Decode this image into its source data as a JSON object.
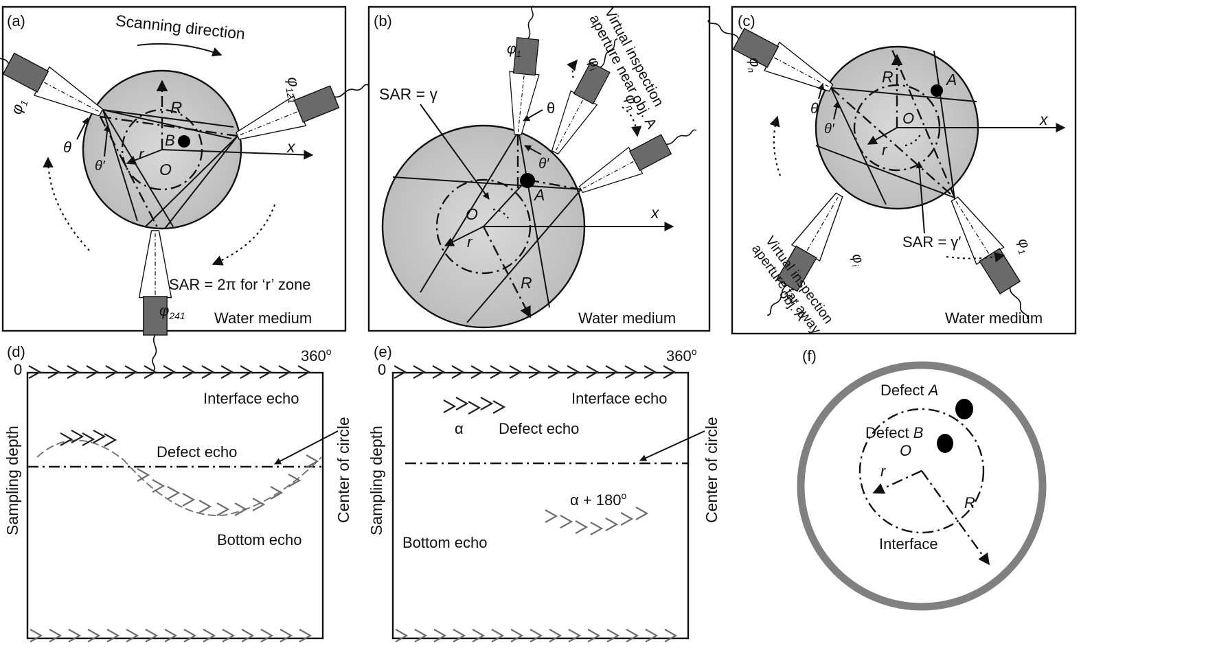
{
  "colors": {
    "medium_fill": "#c9c9c9",
    "probe_fill": "#6a6a6a",
    "echo_gray": "#777777",
    "interface_ring": "#808080"
  },
  "panel_a": {
    "label": "(a)",
    "scan": "Scanning direction",
    "phi_1": "φ",
    "sub_1": "1",
    "phi_121": "φ",
    "sub_121": "121",
    "phi_241": "φ",
    "sub_241": "241",
    "theta": "θ",
    "theta_p": "θ′",
    "R": "R",
    "B": "B",
    "r": "r",
    "O": "O",
    "x": "x",
    "sar": "SAR = 2π for ‘r’ zone",
    "medium": "Water medium"
  },
  "panel_b": {
    "label": "(b)",
    "vtitle_1": "Virtual inspection",
    "vtitle_2": "aperture near obj. A",
    "phi_1": "φ",
    "sub_1": "1",
    "phi_i": "φ",
    "sub_i": "i",
    "phi_n": "φ",
    "sub_n": "n",
    "sar": "SAR = γ",
    "theta": "θ",
    "theta_p": "θ′",
    "A": "A",
    "O": "O",
    "r": "r",
    "x": "x",
    "R": "R",
    "medium": "Water medium"
  },
  "panel_c": {
    "label": "(c)",
    "phi_n": "φ",
    "sub_n": "n",
    "theta": "θ",
    "theta_p": "θ′",
    "R": "R",
    "A": "A",
    "O": "O",
    "r": "r",
    "x": "x",
    "sar": "SAR = γ′",
    "phi_i": "φ",
    "sub_i": "i",
    "phi_1": "φ",
    "sub_1": "1",
    "vtitle_1": "Virtual inspection",
    "vtitle_2": "aperture far away",
    "vtitle_3": "obj. A",
    "medium": "Water medium"
  },
  "panel_d": {
    "label": "(d)",
    "zero": "0",
    "deg360": "360",
    "deg_sup": "o",
    "interface_echo": "Interface echo",
    "defect_echo": "Defect echo",
    "bottom_echo": "Bottom echo",
    "ylabel": "Sampling depth",
    "center": "Center of circle"
  },
  "panel_e": {
    "label": "(e)",
    "zero": "0",
    "deg360": "360",
    "deg_sup": "o",
    "interface_echo": "Interface echo",
    "alpha": "α",
    "defect_echo": "Defect echo",
    "alpha180": "α + 180",
    "alpha180_sup": "o",
    "bottom_echo": "Bottom echo",
    "ylabel": "Sampling depth",
    "center": "Center of circle"
  },
  "panel_f": {
    "label": "(f)",
    "defect_a": "Defect",
    "defect_a_id": "A",
    "defect_b": "Defect",
    "defect_b_id": "B",
    "O": "O",
    "r": "r",
    "R": "R",
    "interface": "Interface"
  }
}
